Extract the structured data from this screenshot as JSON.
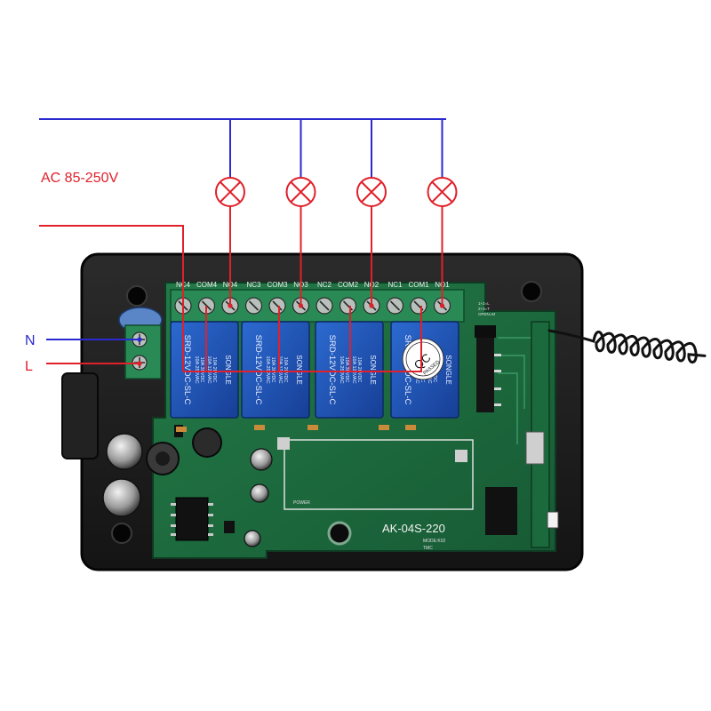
{
  "supply_label": "AC 85-250V",
  "neutral_label": "N",
  "live_label": "L",
  "terminal_labels": [
    "NC4",
    "COM4",
    "NO4",
    "NC3",
    "COM3",
    "NO3",
    "NC2",
    "COM2",
    "NO2",
    "NC1",
    "COM1",
    "NO1"
  ],
  "relay_text": {
    "brand": "SONGLE",
    "model": "SRD-12VDC-SL-C",
    "rating_1": "10A 250VAC",
    "rating_2": "10A 125VAC",
    "rating_3": "10A 30VDC",
    "rating_4": "10A 28VDC"
  },
  "qc_badge": {
    "line_1": "QC",
    "line_2": "PASSED"
  },
  "board_model": "AK-04S-220",
  "board_small_1": "MODE:K02",
  "board_small_2": "TMC",
  "power_label": "POWER",
  "jumper_labels": [
    "1+2=L",
    "2+3=T",
    "OPEN=M"
  ],
  "colors": {
    "neutral_wire": "#2a2ad0",
    "live_wire": "#e0202a",
    "enclosure": "#1b1b1b",
    "pcb": "#1f6b40",
    "relay": "#1f56b8",
    "terminal_block": "#2a8a56"
  },
  "icons": [
    "lamp-icon",
    "antenna-icon"
  ]
}
